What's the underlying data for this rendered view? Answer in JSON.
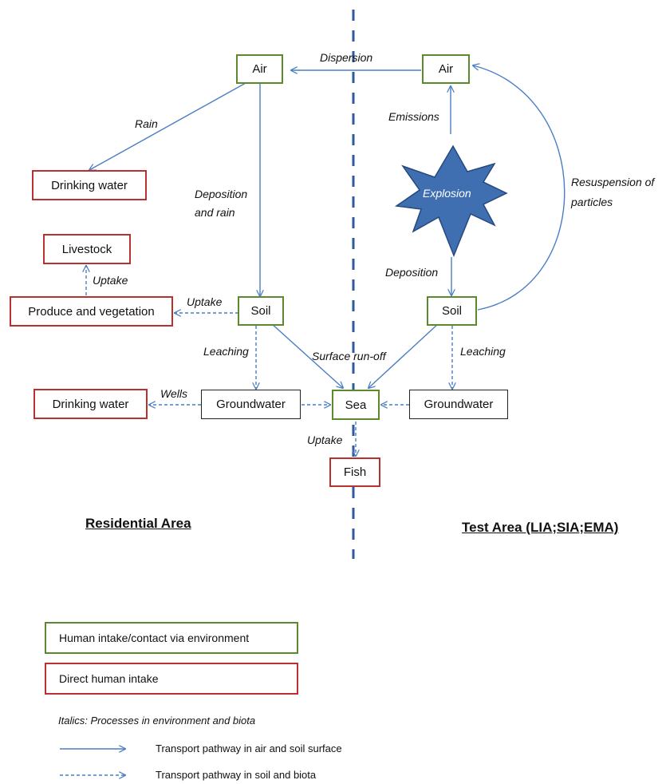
{
  "nodes": {
    "air_res": "Air",
    "air_test": "Air",
    "drinking_water_rain": "Drinking water",
    "livestock": "Livestock",
    "produce": "Produce and vegetation",
    "soil_res": "Soil",
    "soil_test": "Soil",
    "drinking_water_wells": "Drinking water",
    "groundwater_res": "Groundwater",
    "sea": "Sea",
    "groundwater_test": "Groundwater",
    "fish": "Fish",
    "explosion": "Explosion"
  },
  "processes": {
    "dispersion": "Dispersion",
    "rain": "Rain",
    "emissions": "Emissions",
    "deposition_and_rain_1": "Deposition",
    "deposition_and_rain_2": "and rain",
    "resuspension_1": "Resuspension of",
    "resuspension_2": "particles",
    "uptake_livestock": "Uptake",
    "uptake_produce": "Uptake",
    "deposition": "Deposition",
    "leaching_res": "Leaching",
    "surface_runoff": "Surface run-off",
    "leaching_test": "Leaching",
    "wells": "Wells",
    "uptake_fish": "Uptake"
  },
  "areas": {
    "residential": "Residential Area",
    "test": "Test Area (LIA;SIA;EMA)"
  },
  "legend": {
    "green_box": "Human intake/contact via environment",
    "red_box": "Direct human intake",
    "italics_note": "Italics: Processes in environment and biota",
    "solid_arrow": "Transport pathway in air and soil surface",
    "dashed_arrow": "Transport pathway in soil and biota"
  },
  "colors": {
    "green_border": "#5a8a2a",
    "red_border": "#b8312f",
    "arrow": "#4a7ec4",
    "divider": "#2f5a9e",
    "explosion_fill": "#3f6fb0"
  }
}
